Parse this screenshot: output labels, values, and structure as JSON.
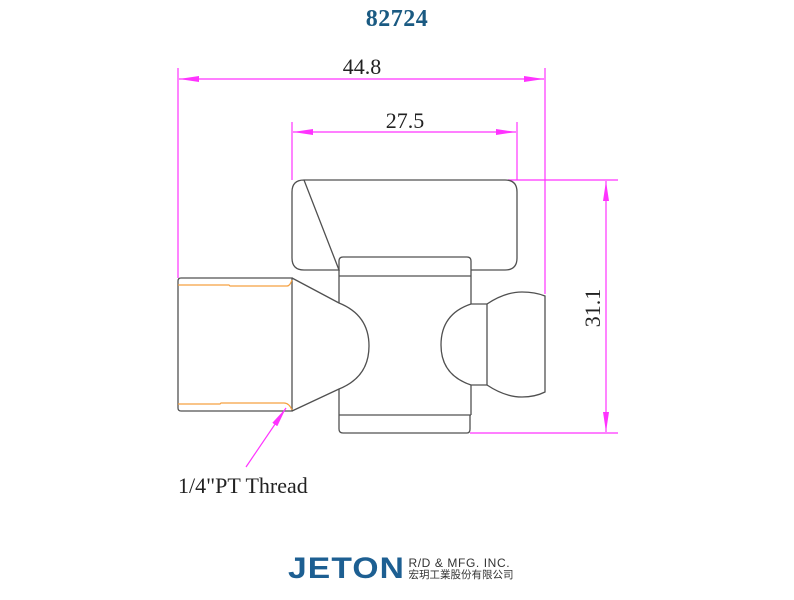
{
  "title": "82724",
  "dimensions": {
    "overall_width": "44.8",
    "handle_width": "27.5",
    "overall_height": "31.1"
  },
  "callout": {
    "thread_label": "1/4\"PT Thread"
  },
  "logo": {
    "brand": "JETON",
    "tagline_en": "R/D & MFG. INC.",
    "tagline_zh": "宏玥工業股份有限公司"
  },
  "colors": {
    "title": "#1a5a82",
    "dimension_lines": "#ff33ff",
    "outline": "#505050",
    "thread": "#f5a040",
    "brand": "#1d5f92"
  }
}
